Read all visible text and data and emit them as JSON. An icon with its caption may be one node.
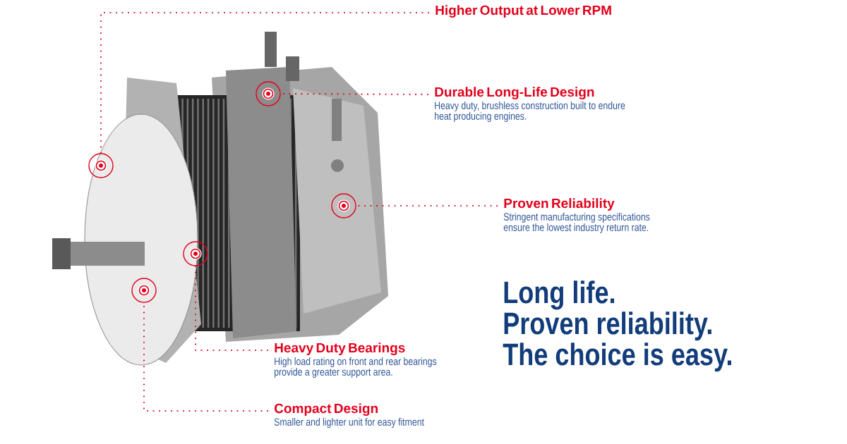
{
  "diagram": {
    "nodes": [
      {
        "text": [
          "Higher Output at Lower RPM"
        ]
      },
      {
        "text": [
          "Durable Long-Life Design",
          "Heavy duty, brushless construction built to endure heat producing engines."
        ]
      },
      {
        "text": [
          "Proven Reliability",
          "Stringent manufacturing specifications ensure the lowest industry return rate."
        ]
      },
      {
        "text": [
          "Heavy Duty Bearings",
          "High load rating on front and rear bearings provide a greater support area."
        ]
      },
      {
        "text": [
          "Compact Design",
          "Smaller and lighter unit for easy fitment"
        ]
      },
      {
        "text": [],
        "shape": "circle"
      },
      {
        "text": [],
        "shape": "circle"
      },
      {
        "text": [],
        "shape": "circle"
      },
      {
        "text": [],
        "shape": "circle"
      },
      {
        "text": [],
        "shape": "circle"
      }
    ],
    "edges": [
      {
        "from": 0,
        "to": 5,
        "arrow": "none"
      },
      {
        "from": 1,
        "to": 6,
        "arrow": "none"
      },
      {
        "from": 2,
        "to": 7,
        "arrow": "none"
      },
      {
        "from": 3,
        "to": 8,
        "arrow": "none"
      },
      {
        "from": 4,
        "to": 9,
        "arrow": "none"
      }
    ],
    "labels": [
      "Long life.",
      "Proven reliability.",
      "The choice is easy."
    ]
  }
}
